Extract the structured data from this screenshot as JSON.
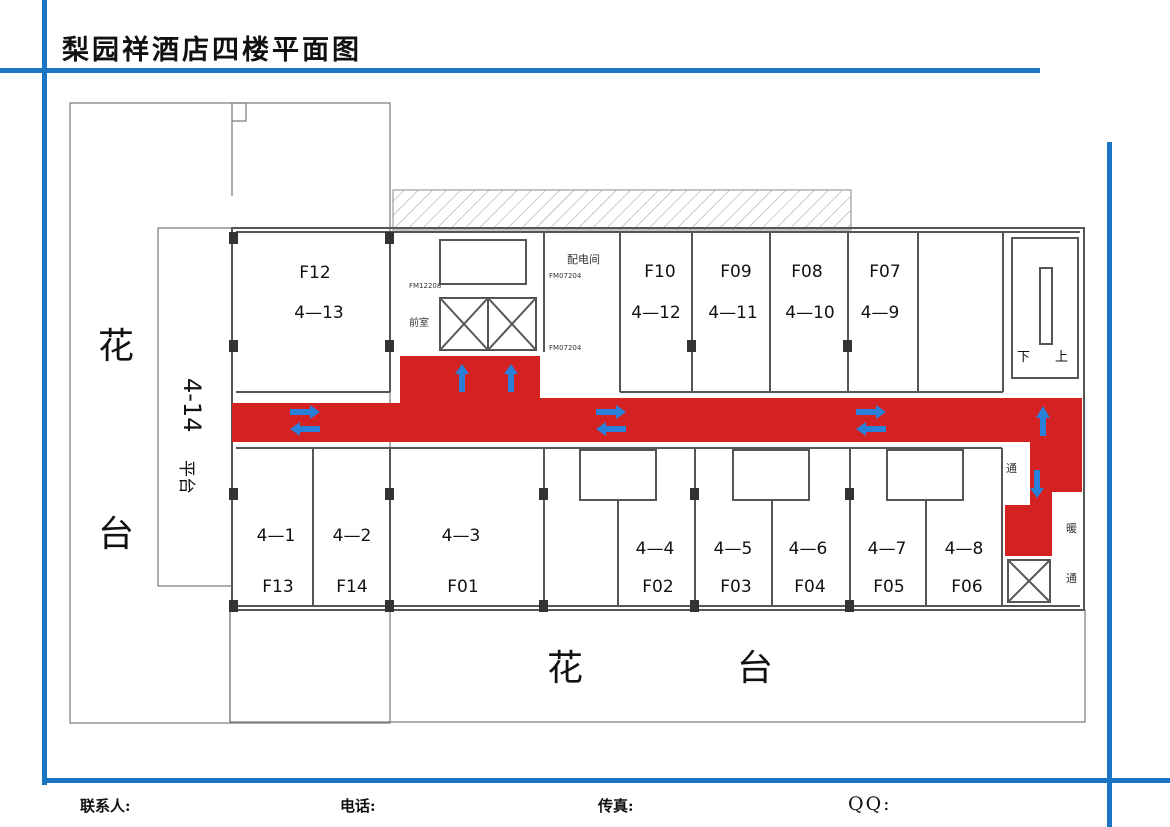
{
  "title": "梨园祥酒店四楼平面图",
  "colors": {
    "frame": "#1a76c2",
    "corridor": "#d42121",
    "arrow": "#2a7fd8",
    "wall": "#555555"
  },
  "terrace": {
    "left_top": "花",
    "left_bottom": "台",
    "bottom_left": "花",
    "bottom_right": "台",
    "platform_code": "4-14",
    "platform_name": "平台"
  },
  "rooms": [
    {
      "id": "F12",
      "number": "4—13"
    },
    {
      "id": "F10",
      "number": "4—12"
    },
    {
      "id": "F09",
      "number": "4—11"
    },
    {
      "id": "F08",
      "number": "4—10"
    },
    {
      "id": "F07",
      "number": "4—9"
    },
    {
      "id": "F13",
      "number": "4—1"
    },
    {
      "id": "F14",
      "number": "4—2"
    },
    {
      "id": "F01",
      "number": "4—3"
    },
    {
      "id": "F02",
      "number": "4—4"
    },
    {
      "id": "F03",
      "number": "4—5"
    },
    {
      "id": "F04",
      "number": "4—6"
    },
    {
      "id": "F05",
      "number": "4—7"
    },
    {
      "id": "F06",
      "number": "4—8"
    }
  ],
  "utility": {
    "front_room": "前室",
    "power_room": "配电间",
    "door_code_1": "FM12208",
    "door_code_2": "FM07204",
    "door_code_3": "FM07204",
    "stair_down": "下",
    "stair_up": "上",
    "vent_1": "通",
    "vent_2": "通",
    "heat": "暖"
  },
  "footer": {
    "contact": "联系人:",
    "phone": "电话:",
    "fax": "传真:",
    "qq": "QQ:"
  }
}
